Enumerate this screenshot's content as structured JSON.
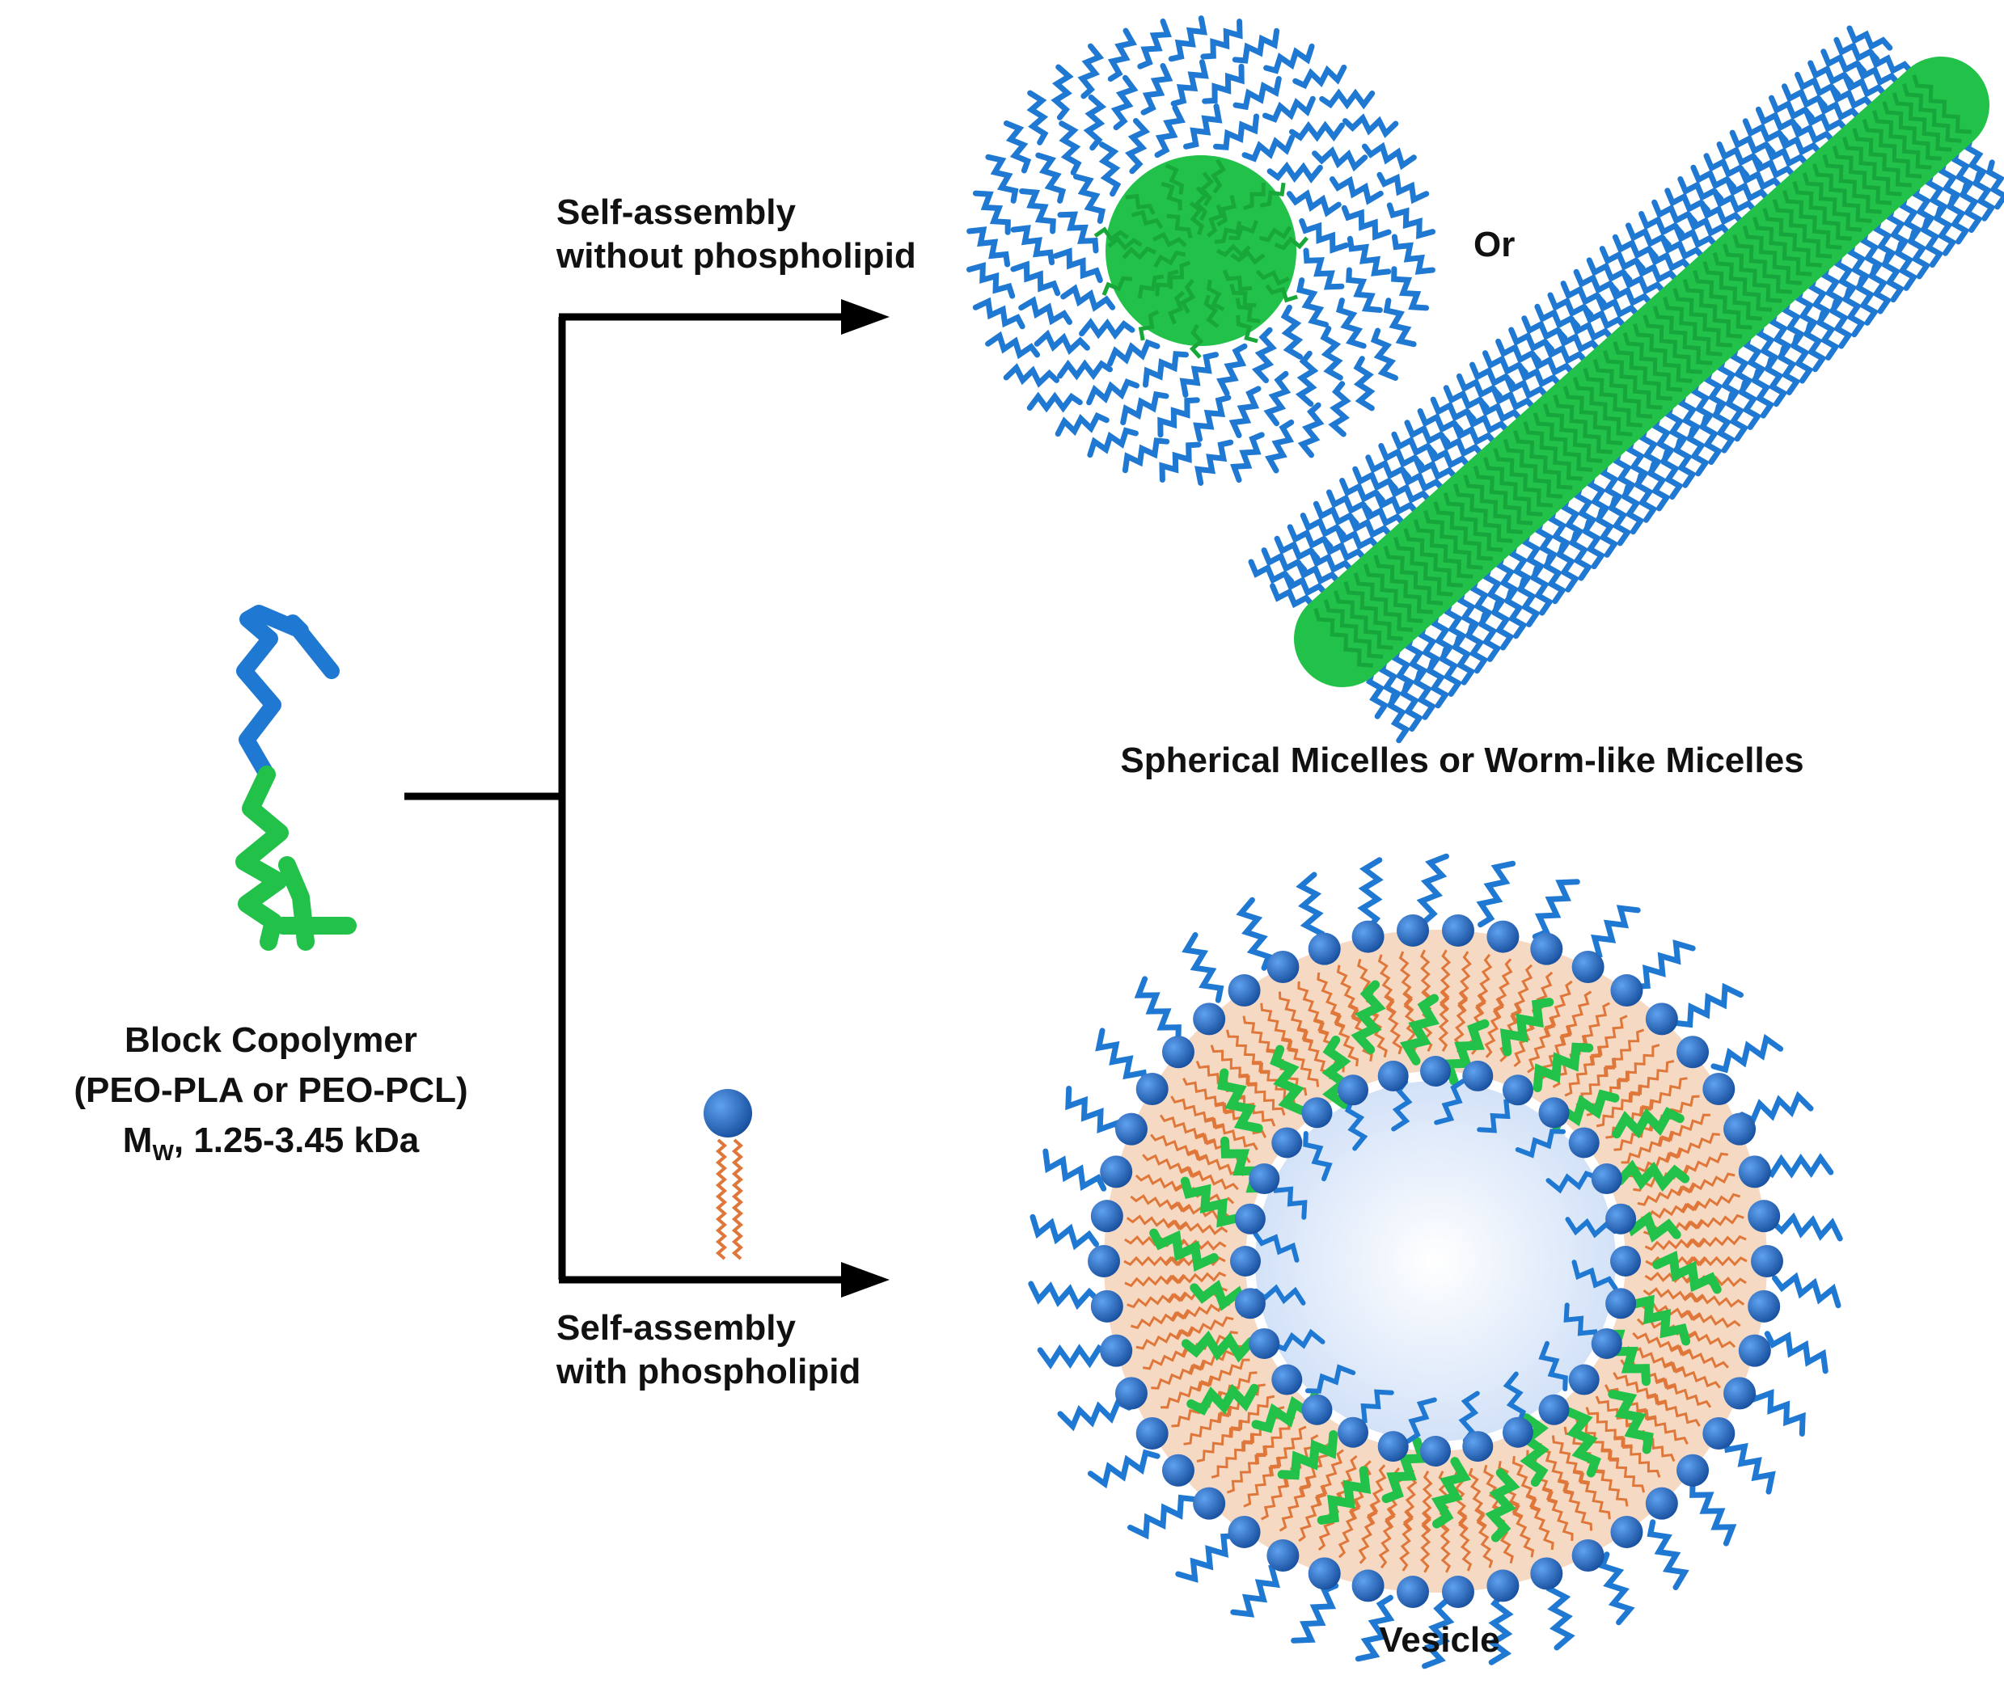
{
  "colors": {
    "peo_block": "#1f78d1",
    "pcl_pla_block": "#22c24a",
    "lipid_head": "#1f5fb8",
    "lipid_tail": "#e0773a",
    "bilayer_fill": "#f6d9c2",
    "lumen": "#dde9fb",
    "arrow": "#000000"
  },
  "labels": {
    "branch_top_line1": "Self-assembly",
    "branch_top_line2": "without phospholipid",
    "branch_bottom_line1": "Self-assembly",
    "branch_bottom_line2": "with phospholipid",
    "or": "Or",
    "micelles_caption": "Spherical Micelles or Worm-like Micelles",
    "copolymer_name": "Block Copolymer",
    "copolymer_type": "(PEO-PLA or PEO-PCL)",
    "mw_symbol": "M",
    "mw_subscript": "W",
    "mw_value": ", 1.25-3.45 kDa",
    "vesicle_caption": "Vesicle"
  },
  "icons": {
    "copolymer": "block-copolymer-chain-icon",
    "phospholipid": "phospholipid-molecule-icon",
    "spherical_micelle": "spherical-micelle-icon",
    "worm_micelle": "worm-like-micelle-icon",
    "vesicle": "vesicle-icon"
  }
}
